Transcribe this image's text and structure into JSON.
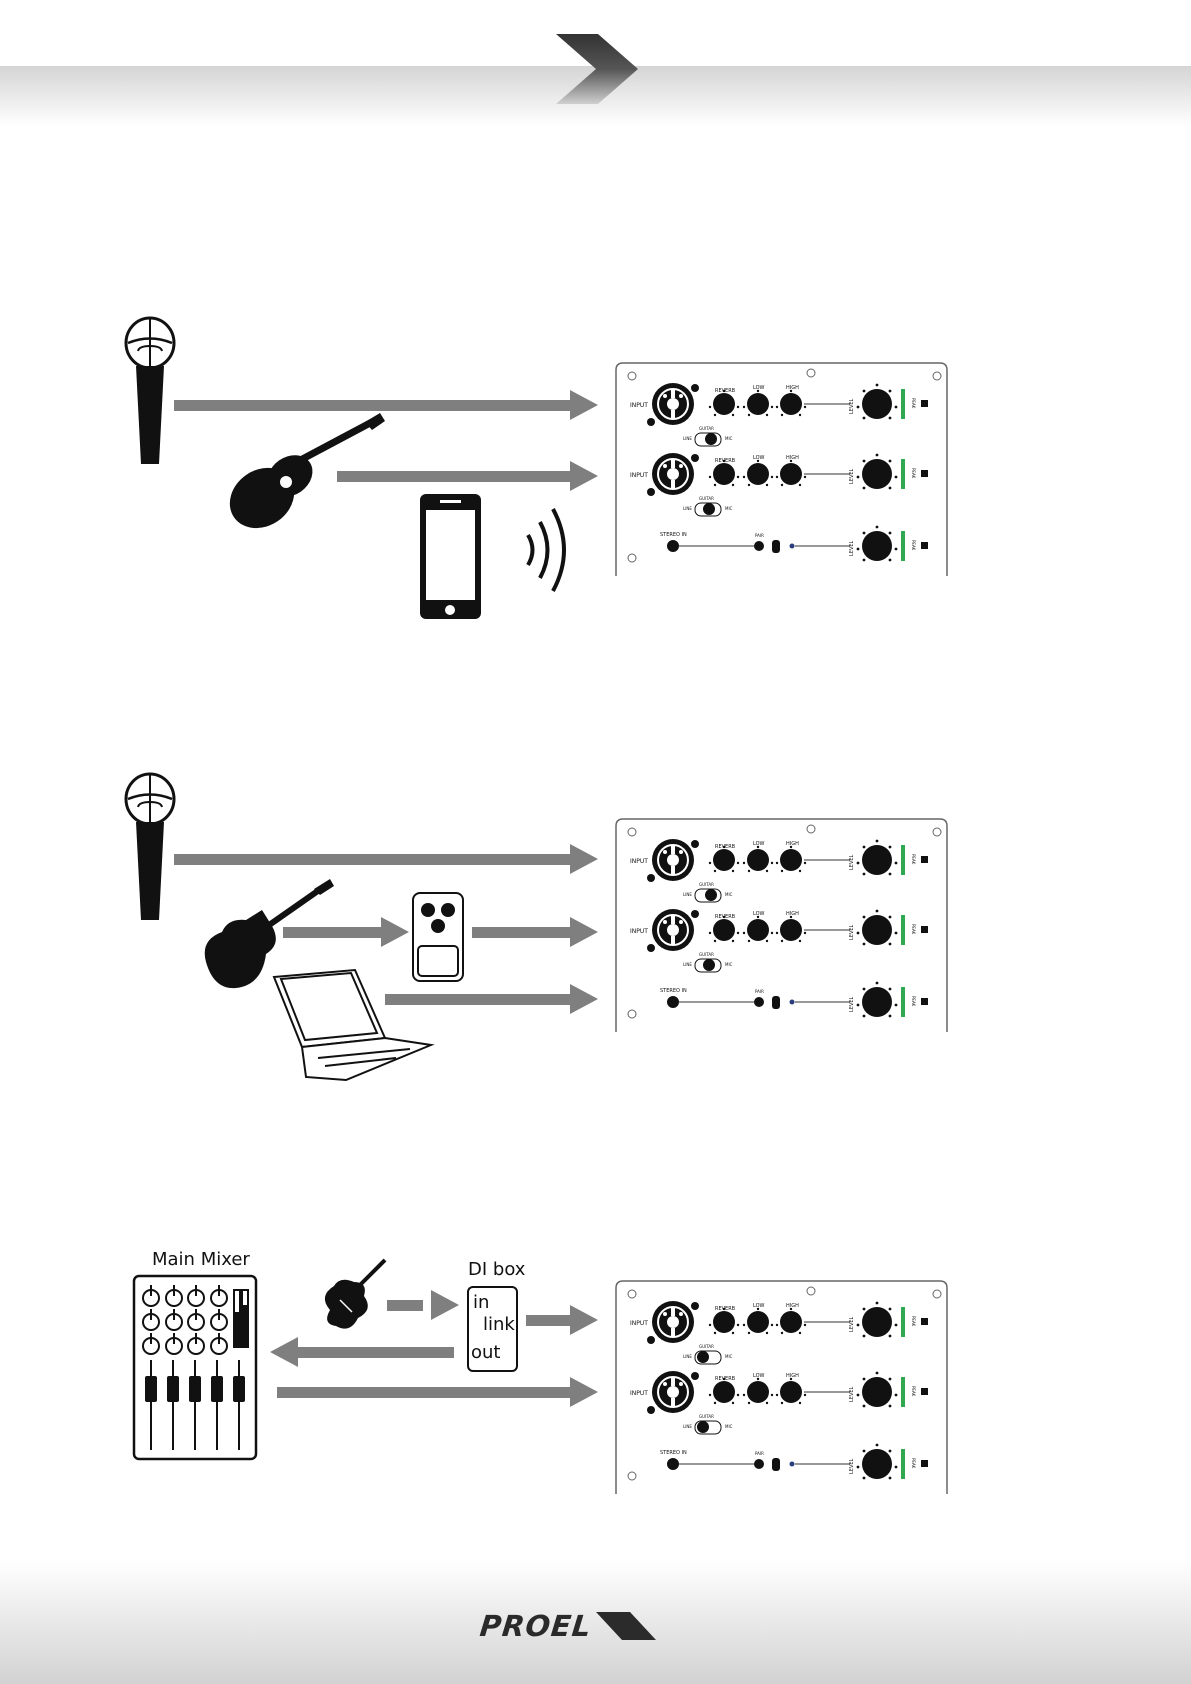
{
  "brand": {
    "logo_text": "PROEL",
    "accent_color": "#2b2b2b"
  },
  "panel": {
    "input_label": "INPUT",
    "reverb_label": "REVERB",
    "low_label": "LOW",
    "high_label": "HIGH",
    "level_label": "LEVEL",
    "guitar_label": "GUITAR",
    "line_label": "LINE",
    "mic_label": "MIC",
    "stereo_in_label": "STEREO IN",
    "pair_label": "PAIR",
    "peak_label": "PEAK",
    "led_color": "#2fa84f"
  },
  "diagram3": {
    "mixer_label": "Main Mixer",
    "di_box_label": "DI box",
    "di_in": "in",
    "di_link": "link",
    "di_out": "out"
  },
  "colors": {
    "arrow": "#7f7f7f",
    "icon": "#111111"
  }
}
